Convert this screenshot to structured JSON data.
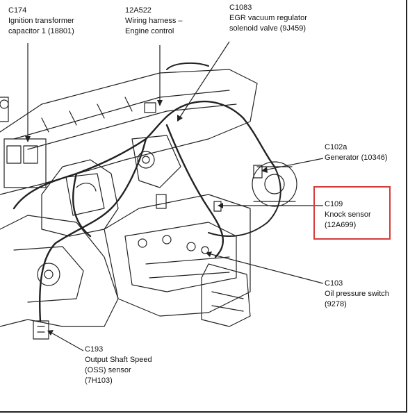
{
  "callouts": {
    "c174": {
      "code": "C174",
      "lines": [
        "Ignition transformer",
        "capacitor 1 (18801)"
      ]
    },
    "a12a522": {
      "code": "12A522",
      "lines": [
        "Wiring harness –",
        "Engine control"
      ]
    },
    "c1083": {
      "code": "C1083",
      "lines": [
        "EGR vacuum regulator",
        "solenoid valve (9J459)"
      ]
    },
    "c102a": {
      "code": "C102a",
      "lines": [
        "Generator (10346)"
      ]
    },
    "c109": {
      "code": "C109",
      "lines": [
        "Knock sensor",
        "(12A699)"
      ]
    },
    "c103": {
      "code": "C103",
      "lines": [
        "Oil pressure switch",
        "(9278)"
      ]
    },
    "c193": {
      "code": "C193",
      "lines": [
        "Output Shaft Speed",
        "(OSS) sensor",
        "(7H103)"
      ]
    }
  },
  "colors": {
    "highlight": "#d63a3a",
    "line": "#222222"
  }
}
